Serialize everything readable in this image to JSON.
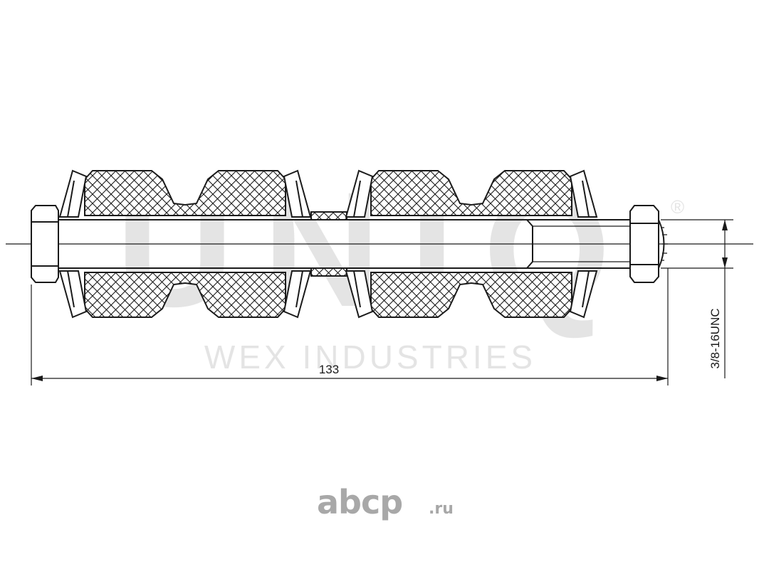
{
  "drawing": {
    "overall_length_label": "133",
    "thread_label": "3/8-16UNC"
  },
  "watermark": {
    "brand": "UNIQ",
    "registered_mark": "®",
    "subtitle": "WEX INDUSTRIES"
  },
  "site_logo": {
    "name": "abcp",
    "suffix": ".ru"
  }
}
